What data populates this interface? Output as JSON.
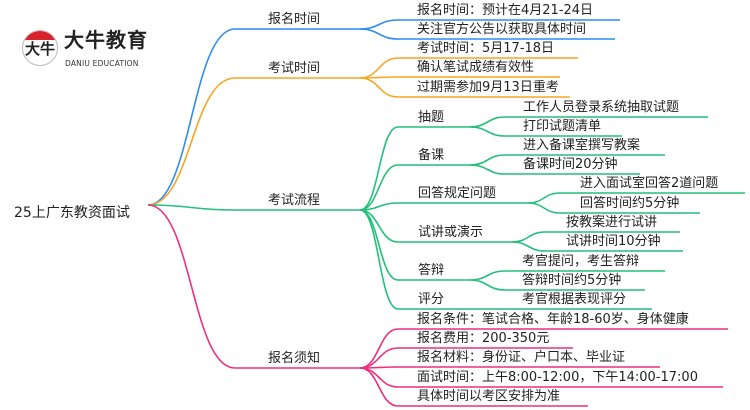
{
  "logo": {
    "glyph": "大牛",
    "name_cn": "大牛教育",
    "name_en": "DANIU EDUCATION"
  },
  "colors": {
    "blue": "#2e8cf0",
    "orange": "#f5a623",
    "green": "#22c07a",
    "pink": "#ee2f7f"
  },
  "root": "25上广东教资面试",
  "branches": [
    {
      "label": "报名时间",
      "color": "blue",
      "children": [
        {
          "label": "报名时间：预计在4月21-24日"
        },
        {
          "label": "关注官方公告以获取具体时间"
        }
      ]
    },
    {
      "label": "考试时间",
      "color": "orange",
      "children": [
        {
          "label": "考试时间：5月17-18日"
        },
        {
          "label": "确认笔试成绩有效性"
        },
        {
          "label": "过期需参加9月13日重考"
        }
      ]
    },
    {
      "label": "考试流程",
      "color": "green",
      "children": [
        {
          "label": "抽题",
          "children": [
            {
              "label": "工作人员登录系统抽取试题"
            },
            {
              "label": "打印试题清单"
            }
          ]
        },
        {
          "label": "备课",
          "children": [
            {
              "label": "进入备课室撰写教案"
            },
            {
              "label": "备课时间20分钟"
            }
          ]
        },
        {
          "label": "回答规定问题",
          "children": [
            {
              "label": "进入面试室回答2道问题"
            },
            {
              "label": "回答时间约5分钟"
            }
          ]
        },
        {
          "label": "试讲或演示",
          "children": [
            {
              "label": "按教案进行试讲"
            },
            {
              "label": "试讲时间10分钟"
            }
          ]
        },
        {
          "label": "答辩",
          "children": [
            {
              "label": "考官提问，考生答辩"
            },
            {
              "label": "答辩时间约5分钟"
            }
          ]
        },
        {
          "label": "评分",
          "children": [
            {
              "label": "考官根据表现评分"
            }
          ]
        }
      ]
    },
    {
      "label": "报名须知",
      "color": "pink",
      "children": [
        {
          "label": "报名条件：笔试合格、年龄18-60岁、身体健康"
        },
        {
          "label": "报名费用：200-350元"
        },
        {
          "label": "报名材料：身份证、户口本、毕业证"
        },
        {
          "label": "面试时间：上午8:00-12:00，下午14:00-17:00"
        },
        {
          "label": "具体时间以考区安排为准"
        }
      ]
    }
  ]
}
